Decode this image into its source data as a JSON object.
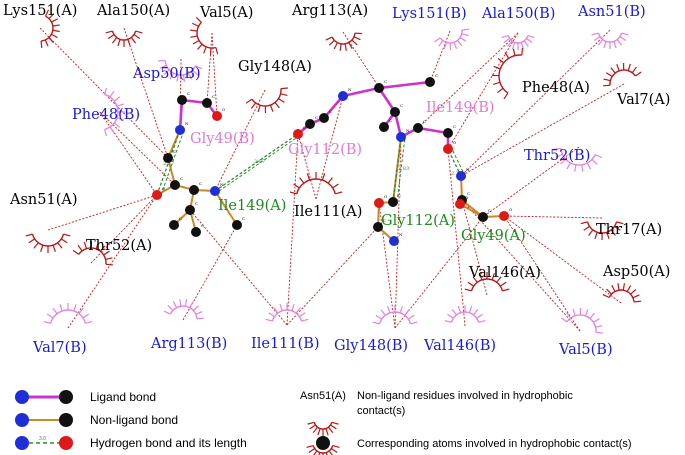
{
  "residue_labels": [
    {
      "id": "lys151a-top",
      "text": "Lys151(A)",
      "chain": "A"
    },
    {
      "id": "ala150a-top",
      "text": "Ala150(A)",
      "chain": "A"
    },
    {
      "id": "val5a-top",
      "text": "Val5(A)",
      "chain": "A"
    },
    {
      "id": "arg113a-top",
      "text": "Arg113(A)",
      "chain": "A"
    },
    {
      "id": "lys151b-top",
      "text": "Lys151(B)",
      "chain": "B"
    },
    {
      "id": "ala150b-top",
      "text": "Ala150(B)",
      "chain": "B"
    },
    {
      "id": "asn51b-top",
      "text": "Asn51(B)",
      "chain": "B"
    },
    {
      "id": "asp50b",
      "text": "Asp50(B)",
      "chain": "B"
    },
    {
      "id": "gly148a",
      "text": "Gly148(A)",
      "chain": "A"
    },
    {
      "id": "phe48b",
      "text": "Phe48(B)",
      "chain": "B"
    },
    {
      "id": "phe48a",
      "text": "Phe48(A)",
      "chain": "A"
    },
    {
      "id": "val7a",
      "text": "Val7(A)",
      "chain": "A"
    },
    {
      "id": "thr52b",
      "text": "Thr52(B)",
      "chain": "B"
    },
    {
      "id": "asn51a",
      "text": "Asn51(A)",
      "chain": "A"
    },
    {
      "id": "thr52a",
      "text": "Thr52(A)",
      "chain": "A"
    },
    {
      "id": "ile111a",
      "text": "Ile111(A)",
      "chain": "A"
    },
    {
      "id": "thr17a",
      "text": "Thr17(A)",
      "chain": "A"
    },
    {
      "id": "val146a",
      "text": "Val146(A)",
      "chain": "A"
    },
    {
      "id": "asp50a",
      "text": "Asp50(A)",
      "chain": "A"
    },
    {
      "id": "val7b",
      "text": "Val7(B)",
      "chain": "B"
    },
    {
      "id": "arg113b",
      "text": "Arg113(B)",
      "chain": "B"
    },
    {
      "id": "ile111b",
      "text": "Ile111(B)",
      "chain": "B"
    },
    {
      "id": "gly148b",
      "text": "Gly148(B)",
      "chain": "B"
    },
    {
      "id": "val146b",
      "text": "Val146(B)",
      "chain": "B"
    },
    {
      "id": "val5b",
      "text": "Val5(B)",
      "chain": "B"
    }
  ],
  "ligand_labels": [
    {
      "id": "gly49b",
      "text": "Gly49(B)",
      "chain": "B"
    },
    {
      "id": "gly112b",
      "text": "Gly112(B)",
      "chain": "B"
    },
    {
      "id": "ile149b",
      "text": "Ile149(B)",
      "chain": "B"
    },
    {
      "id": "ile149a",
      "text": "Ile149(A)",
      "chain": "A"
    },
    {
      "id": "gly112a",
      "text": "Gly112(A)",
      "chain": "A"
    },
    {
      "id": "gly49a",
      "text": "Gly49(A)",
      "chain": "A"
    }
  ],
  "hbond_lengths": [
    "2.77",
    "2.87",
    "2.83",
    "2.75"
  ],
  "atom_letters": {
    "carbon": "C",
    "alpha": "CA",
    "oxygen": "O",
    "nitrogen": "N"
  },
  "legend": {
    "ligand_bond": "Ligand bond",
    "non_ligand_bond": "Non-ligand bond",
    "hbond": "Hydrogen bond and its length",
    "hbond_sample_length": "3.0",
    "hydrophobic_residue_example": "Asn51(A)",
    "hydrophobic_residue_desc_line1": "Non-ligand residues involved in hydrophobic",
    "hydrophobic_residue_desc_line2": "contact(s)",
    "hydrophobic_atoms": "Corresponding atoms involved in hydrophobic contact(s)"
  },
  "colors": {
    "chain_a_label": "#000000",
    "chain_b_label": "#1a1ad6",
    "ligand_b_label": "#e07ad8",
    "ligand_a_label": "#1d8a1d",
    "ligand_bond": "#cc33cc",
    "non_ligand_bond": "#c8892b",
    "hbond": "#2f8a2f",
    "contact_line": "#c42020",
    "spikes_a": "#b81818",
    "spikes_b": "#e584de",
    "atom_c": "#111111",
    "atom_n": "#1f2ed6",
    "atom_o": "#e01818"
  }
}
